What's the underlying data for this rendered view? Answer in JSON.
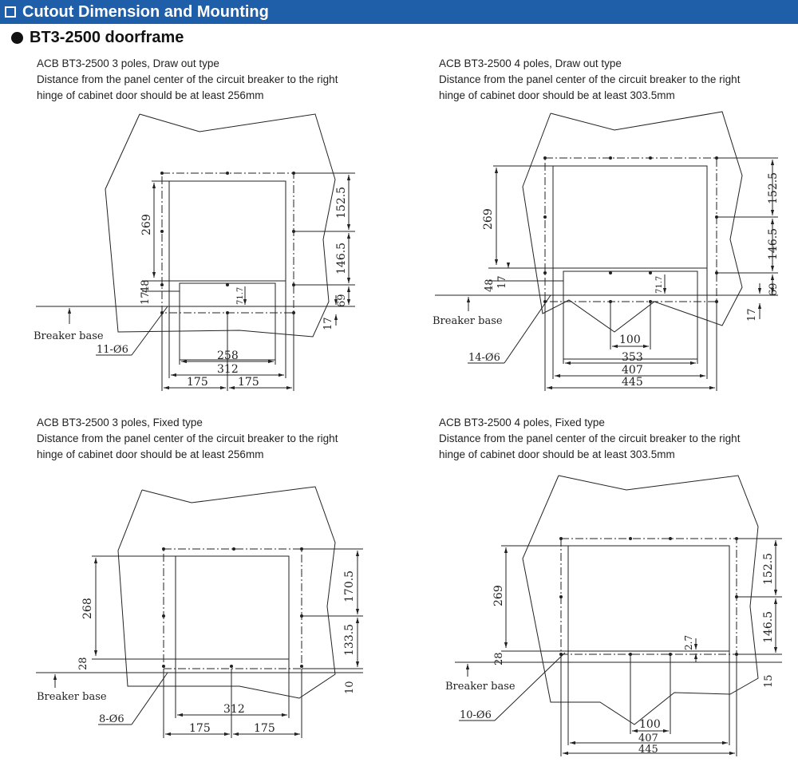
{
  "header": {
    "title": "Cutout Dimension and Mounting",
    "subtitle": "BT3-2500 doorframe"
  },
  "panels": [
    {
      "title": "ACB BT3-2500 3 poles, Draw out type",
      "line1": "Distance from the panel center of the circuit breaker to the right",
      "line2": "hinge of cabinet door should be at least 256mm"
    },
    {
      "title": "ACB BT3-2500 4 poles, Draw out type",
      "line1": "Distance from the panel center of the circuit breaker to the right",
      "line2": "hinge of cabinet door should be at least 303.5mm"
    },
    {
      "title": "ACB BT3-2500 3 poles, Fixed type",
      "line1": "Distance from the panel center of the circuit breaker to the right",
      "line2": "hinge of cabinet door should be at least 256mm"
    },
    {
      "title": "ACB BT3-2500 4 poles, Fixed type",
      "line1": "Distance from the panel center of the circuit breaker to the right",
      "line2": "hinge of cabinet door should be at least 303.5mm"
    }
  ],
  "d1": {
    "breaker": "Breaker base",
    "holes": "11-Ø6",
    "d269": "269",
    "d152": "152.5",
    "d146": "146.5",
    "d48": "48",
    "d17a": "17",
    "d71": "71.7",
    "d69": "69",
    "d17b": "17",
    "d258": "258",
    "d312": "312",
    "d175a": "175",
    "d175b": "175"
  },
  "d2": {
    "breaker": "Breaker base",
    "holes": "14-Ø6",
    "d269": "269",
    "d152": "152.5",
    "d146": "146.5",
    "d48": "48",
    "d17a": "17",
    "d71": "71.7",
    "d69": "69",
    "d17b": "17",
    "d100": "100",
    "d353": "353",
    "d407": "407",
    "d445": "445"
  },
  "d3": {
    "breaker": "Breaker base",
    "holes": "8-Ø6",
    "d268": "268",
    "d28": "28",
    "d170": "170.5",
    "d133": "133.5",
    "d10": "10",
    "d312": "312",
    "d175a": "175",
    "d175b": "175"
  },
  "d4": {
    "breaker": "Breaker base",
    "holes": "10-Ø6",
    "d269": "269",
    "d28": "28",
    "d152": "152.5",
    "d146": "146.5",
    "d27": "2.7",
    "d15": "15",
    "d100": "100",
    "d407": "407",
    "d445": "445"
  },
  "colors": {
    "banner": "#1f5ea8",
    "line": "#222222"
  }
}
